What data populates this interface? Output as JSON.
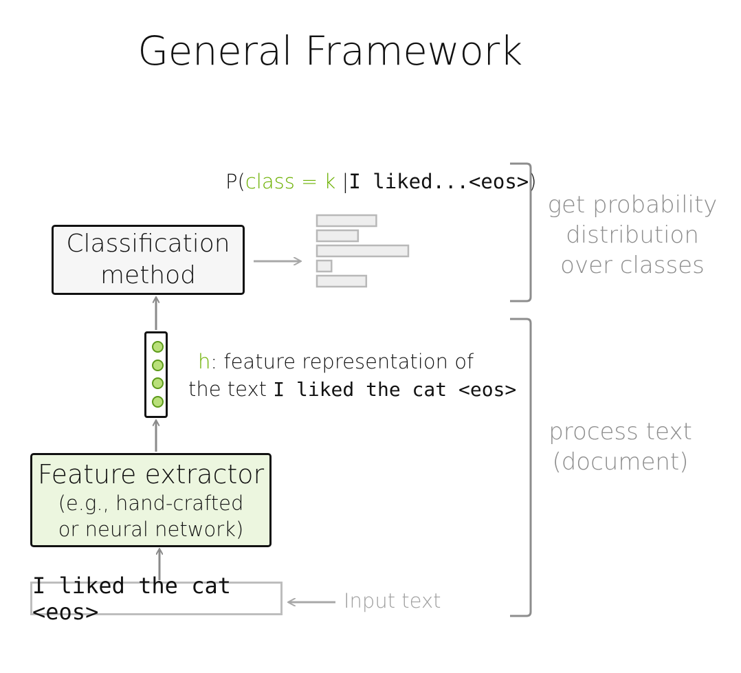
{
  "title": "General Framework",
  "probability": {
    "prefix": "P(",
    "class_expr": "class = k",
    "separator": " |",
    "condition": "I liked...<eos>",
    "suffix": ")"
  },
  "classification_box": {
    "line1": "Classification",
    "line2": "method"
  },
  "feature_extractor_box": {
    "title": "Feature extractor",
    "sub1": "(e.g., hand-crafted",
    "sub2": "or neural network)"
  },
  "vector": {
    "label_var": "h",
    "label_rest": ": feature representation of",
    "line2_prefix": "the text ",
    "line2_text": "I liked the cat <eos>"
  },
  "input": {
    "text": "I liked the cat <eos>",
    "label": "Input text"
  },
  "brackets": {
    "top": [
      "get probability",
      "distribution",
      "over classes"
    ],
    "bottom": [
      "process text",
      "(document)"
    ]
  },
  "colors": {
    "accent_green": "#6bb000",
    "feature_box_fill": "#ecf6df",
    "dot_fill": "#b9e07a",
    "bar_fill": "#eeeeee",
    "gray": "#8d8d8d"
  },
  "distribution_bars": [
    0.65,
    0.45,
    1.0,
    0.16,
    0.54
  ]
}
